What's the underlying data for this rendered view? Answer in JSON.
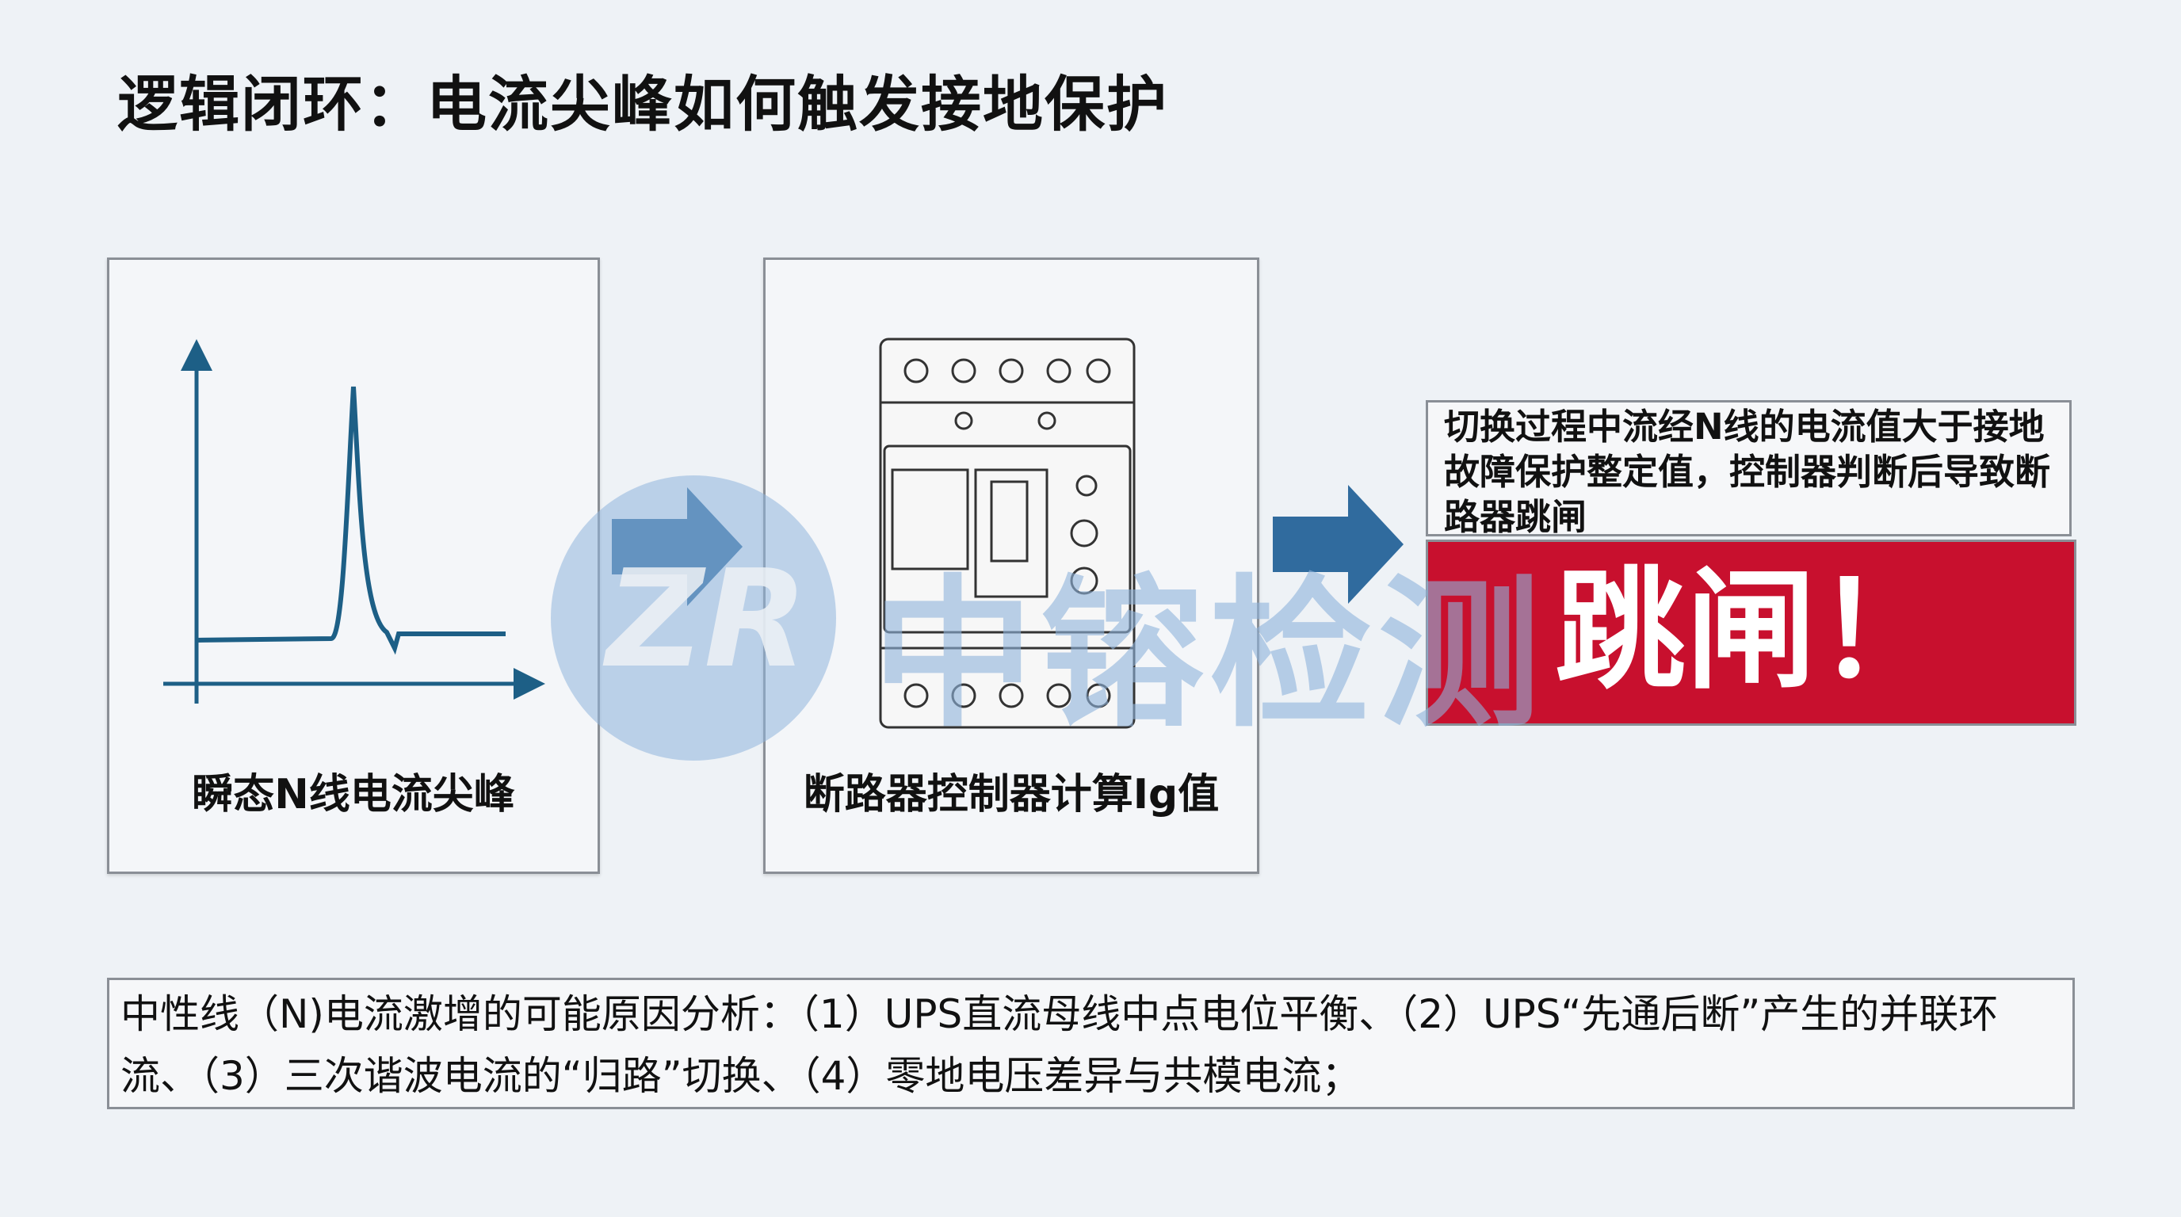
{
  "title": "逻辑闭环：电流尖峰如何触发接地保护",
  "panels": [
    {
      "label": "瞬态N线电流尖峰",
      "icon": "current-spike-graph"
    },
    {
      "label": "断路器控制器计算Ig值",
      "icon": "circuit-breaker"
    }
  ],
  "result": {
    "description": "切换过程中流经N线的电流值大于接地故障保护整定值，控制器判断后导致断路器跳闸",
    "alert": "跳闸！"
  },
  "analysis": "中性线（N)电流激增的可能原因分析：（1）UPS直流母线中点电位平衡、（2）UPS“先通后断”产生的并联环流、（3）三次谐波电流的“归路”切换、（4）零地电压差异与共模电流；",
  "watermark": {
    "text": "中镕检测",
    "logo": "ZR"
  },
  "colors": {
    "arrow": "#1f5f96",
    "alert": "#c8102e",
    "line": "#1d5f86"
  }
}
